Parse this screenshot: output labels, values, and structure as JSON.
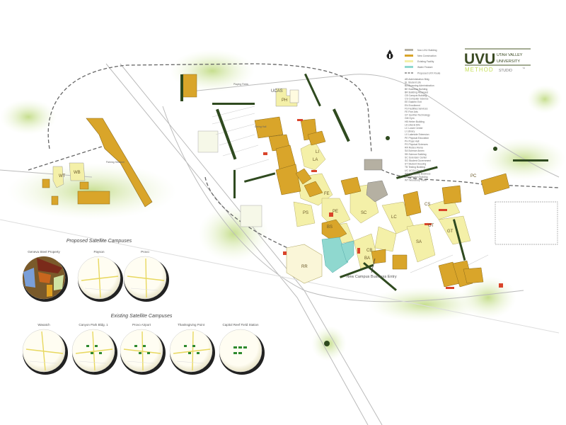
{
  "logo": {
    "uvu": "UVU",
    "line1": "UTAH VALLEY",
    "line2": "UNIVERSITY",
    "method": "METHOD",
    "studio": "STUDIO",
    "tm": "™"
  },
  "colors": {
    "new_construction": "#d9a52a",
    "existing": "#f4f0a8",
    "water": "#8fd8cf",
    "non_uvu": "#b5b0a2",
    "vegetation": "#cfe3a4",
    "trees": "#2f4a1f",
    "red_accent": "#d9442b"
  },
  "legend": {
    "items": [
      {
        "label": "Non-UVU Building",
        "color": "#b5b0a2"
      },
      {
        "label": "New Construction",
        "color": "#d9a52a"
      },
      {
        "label": "Existing Facility",
        "color": "#f4f0a8"
      },
      {
        "label": "Water Feature",
        "color": "#8fd8cf"
      }
    ],
    "route": "Proposed UVX Route",
    "buildings": [
      "AB  Administration Bldg",
      "SL  Student Life",
      "BA  Browning Administration",
      "BE  Business Building",
      "BR  Building Reserved",
      "CB  Campus Building",
      "CS  Computer Science",
      "EE  Eastern Exit",
      "EN  Enrollment",
      "FS  Facilities Services",
      "FE  Fine Arts",
      "GT  Gunther Technology",
      "GM  Gym",
      "HB  Heber Building",
      "LA  Liberal Arts",
      "LC  Losee Center",
      "LI  Library",
      "LX  Lakeside Extension",
      "PE  Physical Education",
      "PH  Pope Hall",
      "PS  Physical Sciences",
      "RR  Rodeo Arena",
      "SA  Science Annex",
      "SB  Science Building",
      "SC  Sorensen Center",
      "SG  Student Government",
      "ST  Student Housing",
      "TB  Testing Building",
      "UC  UCCU Center",
      "WB  Woodbury Business",
      "WS  Wasatch Building",
      "WT  Woodbury Tower"
    ]
  },
  "compass": {
    "icon": "north-arrow-icon"
  },
  "proposed": {
    "title": "Proposed Satellite Campuses",
    "sites": [
      "Geneva Steel Property",
      "Payson",
      "Provo"
    ]
  },
  "existing": {
    "title": "Existing Satellite Campuses",
    "sites": [
      "Wasatch",
      "Canyon Park Bldg. 1",
      "Provo Airport",
      "Thanksgiving Point",
      "Capitol Reef Field Station"
    ]
  },
  "map_labels": {
    "ucas": "UCAS",
    "ph": "PH",
    "wt": "WT",
    "wb": "WB",
    "la": "LA",
    "fe": "FE",
    "pe": "PE",
    "bs": "BS",
    "sc": "SC",
    "lc": "LC",
    "cs": "CS",
    "gt": "GT",
    "sa": "SA",
    "cb": "CB",
    "ba": "BA",
    "rr": "RR",
    "gt2": "GT",
    "li": "LI",
    "ps": "PS",
    "pc": "PC",
    "entry": "New Campus Business Entry",
    "playing_fields": "Playing Fields",
    "parking": "Parking Structure",
    "dining": "Dining Hall"
  }
}
